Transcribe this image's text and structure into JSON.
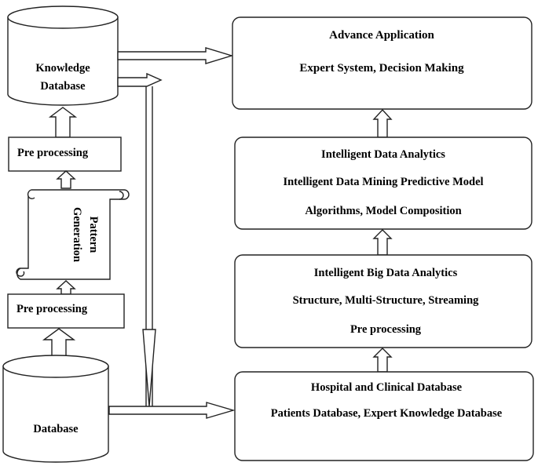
{
  "knowledge_db": {
    "line1": "Knowledge",
    "line2": "Database"
  },
  "preproc_top": {
    "label": "Pre processing"
  },
  "pattern_gen": {
    "line1": "Pattern",
    "line2": "Generation"
  },
  "preproc_bottom": {
    "label": "Pre processing"
  },
  "database": {
    "label": "Database"
  },
  "advance_app": {
    "title": "Advance Application",
    "line2": "Expert System, Decision Making"
  },
  "intel_data_analytics": {
    "title": "Intelligent Data Analytics",
    "line2": "Intelligent Data Mining Predictive Model",
    "line3": "Algorithms, Model Composition"
  },
  "intel_big_data": {
    "title": "Intelligent Big Data Analytics",
    "line2": "Structure, Multi-Structure, Streaming",
    "line3": "Pre processing"
  },
  "hospital_db": {
    "title": "Hospital and Clinical Database",
    "line2": "Patients Database, Expert Knowledge Database"
  }
}
